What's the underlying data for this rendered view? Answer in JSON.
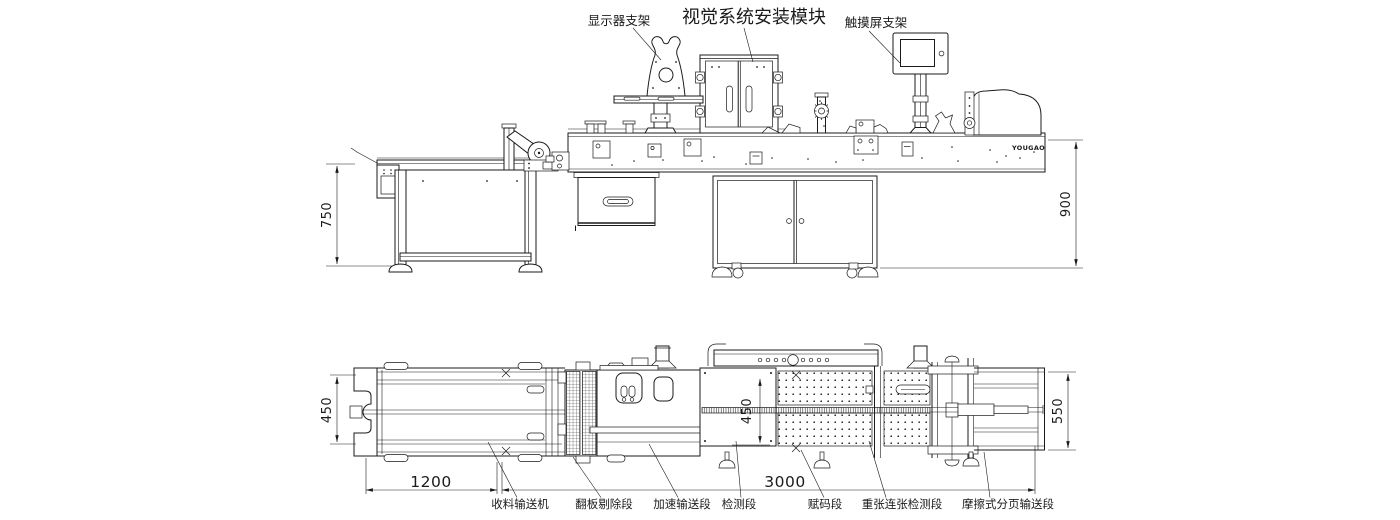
{
  "drawing": {
    "top_callouts": {
      "monitor_bracket": "显示器支架",
      "vision_module": "视觉系统安装模块",
      "touchscreen_bracket": "触摸屏支架"
    },
    "brand": "YOUGAO",
    "front_dims": {
      "left_height": "750",
      "right_height": "900"
    },
    "plan_dims": {
      "infeed_width": "450",
      "detect_width": "450",
      "outfeed_width": "550",
      "infeed_length": "1200",
      "main_length": "3000"
    },
    "plan_sections": [
      "收料输送机",
      "翻板剔除段",
      "加速输送段",
      "检测段",
      "赋码段",
      "重张连张检测段",
      "摩擦式分页输送段"
    ]
  }
}
